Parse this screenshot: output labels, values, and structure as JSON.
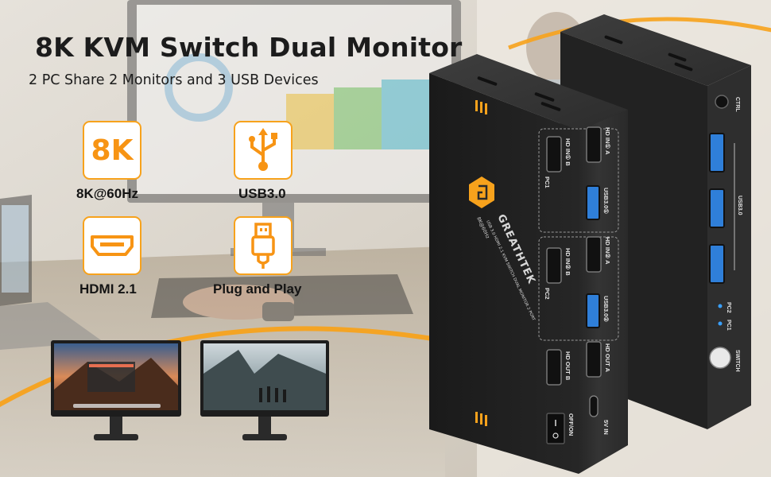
{
  "headline": {
    "title": "8K KVM Switch Dual Monitor",
    "subtitle": "2 PC Share 2 Monitors and 3 USB Devices"
  },
  "features": [
    {
      "icon": "8k-icon",
      "icon_text": "8K",
      "label": "8K@60Hz"
    },
    {
      "icon": "usb-symbol-icon",
      "label": "USB3.0"
    },
    {
      "icon": "hdmi-port-icon",
      "label": "HDMI 2.1"
    },
    {
      "icon": "usb-plug-icon",
      "label": "Plug and Play"
    }
  ],
  "device": {
    "brand": "GREATHTEK",
    "model_text": "USB 3.0 HDMI 2.1 KVM SWITCH DUAL MONITOR 2 PORT",
    "spec_text": "8K@60Hz",
    "front_ports": {
      "pc1_label": "PC1",
      "pc2_label": "PC2",
      "pc1_in_b": "HD IN① B",
      "pc1_in_a": "HD IN① A",
      "pc1_usb": "USB3.0①",
      "pc2_in_b": "HD IN② B",
      "pc2_in_a": "HD IN② A",
      "pc2_usb": "USB3.0②",
      "out_b": "HD OUT B",
      "out_a": "HD OUT A",
      "power_switch": "OFF/ON",
      "power_in": "5V IN"
    },
    "back_panel": {
      "ctrl_label": "CTRL",
      "usb_label": "USB3.0",
      "led_pc1": "PC1",
      "led_pc2": "PC2",
      "switch_label": "SWITCH"
    }
  },
  "colors": {
    "accent": "#f7a21c",
    "device_body": "#2b2b2b",
    "usb_port": "#2f7fd9"
  }
}
